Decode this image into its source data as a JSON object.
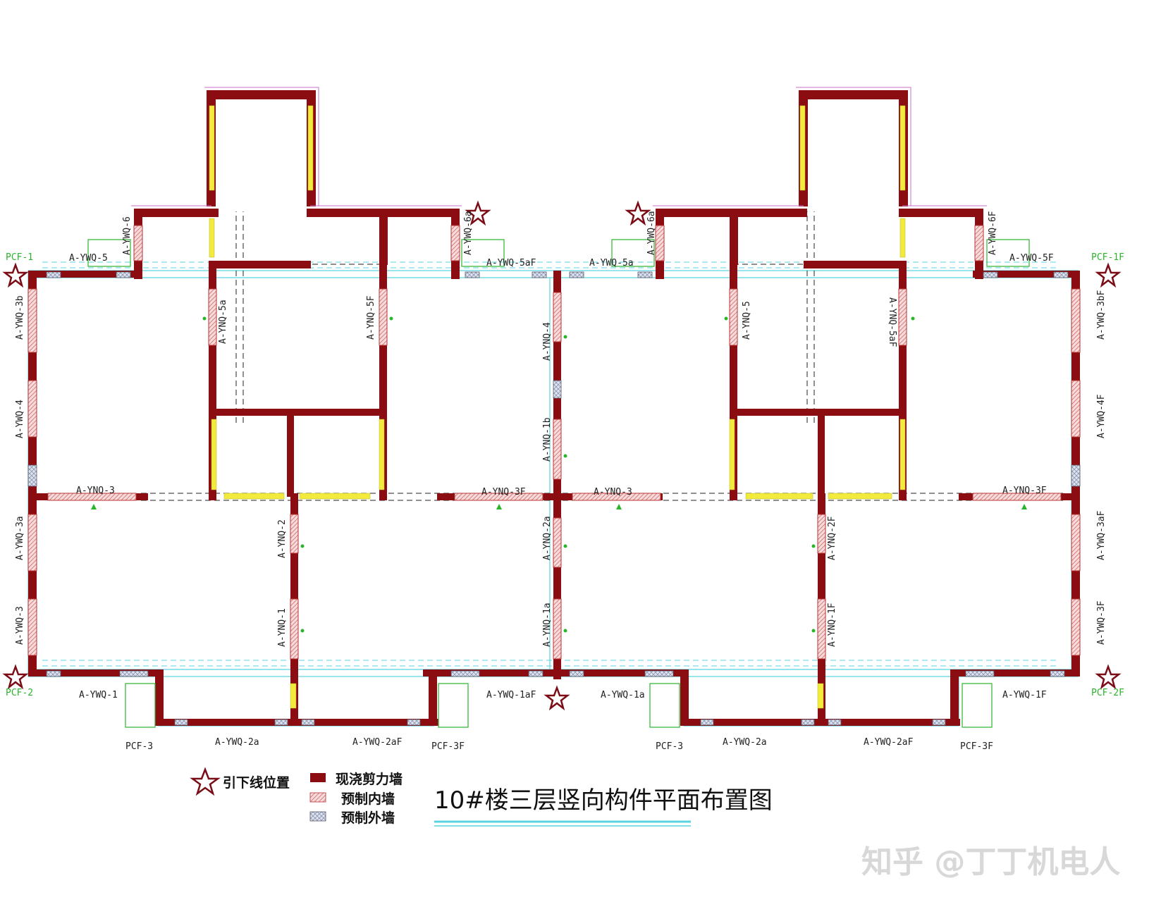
{
  "title": "10#楼三层竖向构件平面布置图",
  "watermark": "知乎 @丁丁机电人",
  "legend": {
    "star": "引下线位置",
    "cast": "现浇剪力墙",
    "inner": "预制内墙",
    "outer": "预制外墙"
  },
  "colors": {
    "cast": "#8b0d12",
    "inner": "#e9a9a6",
    "outer": "#9aa6c3",
    "yellow": "#f2ea3c",
    "green": "#2bb52b",
    "cyan": "#59d3e0",
    "title_line": "#59d3e0"
  },
  "labels": {
    "pcf1": "PCF-1",
    "pcf1f": "PCF-1F",
    "pcf2": "PCF-2",
    "pcf2f": "PCF-2F",
    "pcf3a": "PCF-3",
    "pcf3fa": "PCF-3F",
    "pcf3b": "PCF-3",
    "pcf3fb": "PCF-3F",
    "ywq5": "A-YWQ-5",
    "ywq5af": "A-YWQ-5aF",
    "ywq5a": "A-YWQ-5a",
    "ywq5f": "A-YWQ-5F",
    "ywq6": "A-YWQ-6",
    "ywq6a_l": "A-YWQ-6a",
    "ywq6a_r": "A-YWQ-6a",
    "ywq6f": "A-YWQ-6F",
    "ywq3b": "A-YWQ-3b",
    "ywq4": "A-YWQ-4",
    "ywq3a": "A-YWQ-3a",
    "ywq3": "A-YWQ-3",
    "ywq3bf": "A-YWQ-3bF",
    "ywq4f": "A-YWQ-4F",
    "ywq3af": "A-YWQ-3aF",
    "ywq3f": "A-YWQ-3F",
    "ywq1": "A-YWQ-1",
    "ywq1af": "A-YWQ-1aF",
    "ywq1a": "A-YWQ-1a",
    "ywq1f": "A-YWQ-1F",
    "ywq2a_l": "A-YWQ-2a",
    "ywq2af_l": "A-YWQ-2aF",
    "ywq2a_r": "A-YWQ-2a",
    "ywq2af_r": "A-YWQ-2aF",
    "ynq5a": "A-YNQ-5a",
    "ynq5f": "A-YNQ-5F",
    "ynq4": "A-YNQ-4",
    "ynq5": "A-YNQ-5",
    "ynq5af": "A-YNQ-5aF",
    "ynq3_l": "A-YNQ-3",
    "ynq3f_l": "A-YNQ-3F",
    "ynq3_r": "A-YNQ-3",
    "ynq3f_r": "A-YNQ-3F",
    "ynq1b": "A-YNQ-1b",
    "ynq2": "A-YNQ-2",
    "ynq1": "A-YNQ-1",
    "ynq2a": "A-YNQ-2a",
    "ynq1a": "A-YNQ-1a",
    "ynq2f": "A-YNQ-2F",
    "ynq1f": "A-YNQ-1F"
  }
}
